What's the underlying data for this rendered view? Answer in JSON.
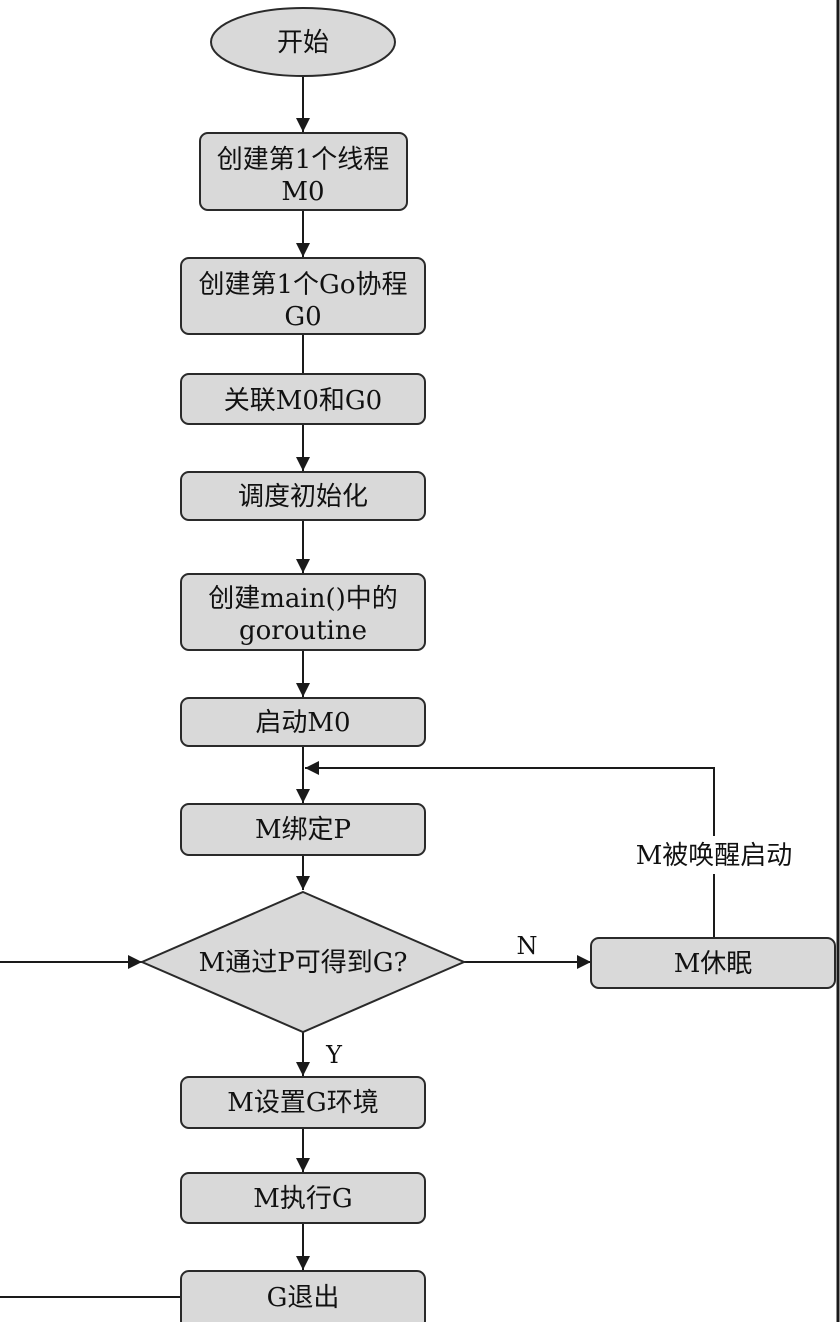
{
  "nodes": {
    "start": "开始",
    "create_thread": [
      "创建第1个线程",
      "M0"
    ],
    "create_coroutine": [
      "创建第1个Go协程",
      "G0"
    ],
    "bind_m0_g0": "关联M0和G0",
    "sched_init": "调度初始化",
    "create_main_goroutine": [
      "创建main()中的",
      "goroutine"
    ],
    "start_m0": "启动M0",
    "m_bind_p": "M绑定P",
    "decision": "M通过P可得到G?",
    "m_sleep": "M休眠",
    "m_setup_g": "M设置G环境",
    "m_exec_g": "M执行G",
    "g_exit": "G退出"
  },
  "edges": {
    "no_label": "N",
    "yes_label": "Y",
    "wake_label": "M被唤醒启动"
  },
  "colors": {
    "node_fill": "#d9d9d9",
    "stroke": "#2a2a2a",
    "background": "#ffffff"
  }
}
